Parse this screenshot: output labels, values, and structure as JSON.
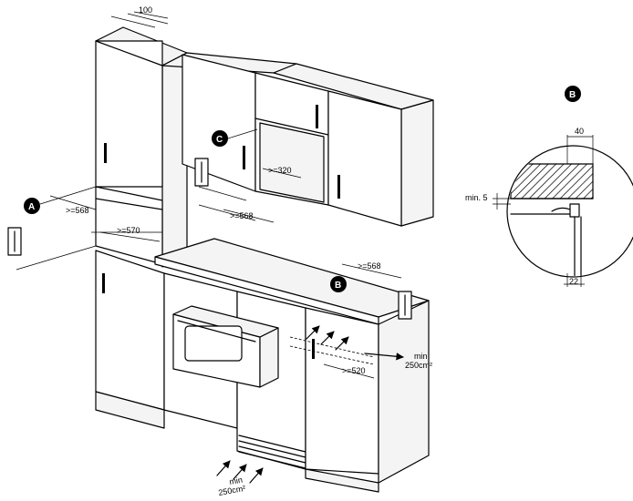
{
  "callouts": {
    "a": "A",
    "b": "B",
    "c": "C"
  },
  "dimensions": {
    "top_gap": "100",
    "upper_depth_a": ">=568",
    "lower_depth_a": ">=570",
    "upper_depth_c": ">=568",
    "niche_c": ">=320",
    "counter_depth_b": ">=568",
    "bottom_depth": ">=520"
  },
  "vent": {
    "front_min": "min",
    "front_area": "250cm²",
    "side_min": "min",
    "side_area": "250cm²"
  },
  "detail": {
    "label": "B",
    "top": "40",
    "gap": "min. 5",
    "bottom": "22"
  },
  "colors": {
    "line": "#000000",
    "callout_fill": "#000000",
    "hatch": "#000000"
  }
}
